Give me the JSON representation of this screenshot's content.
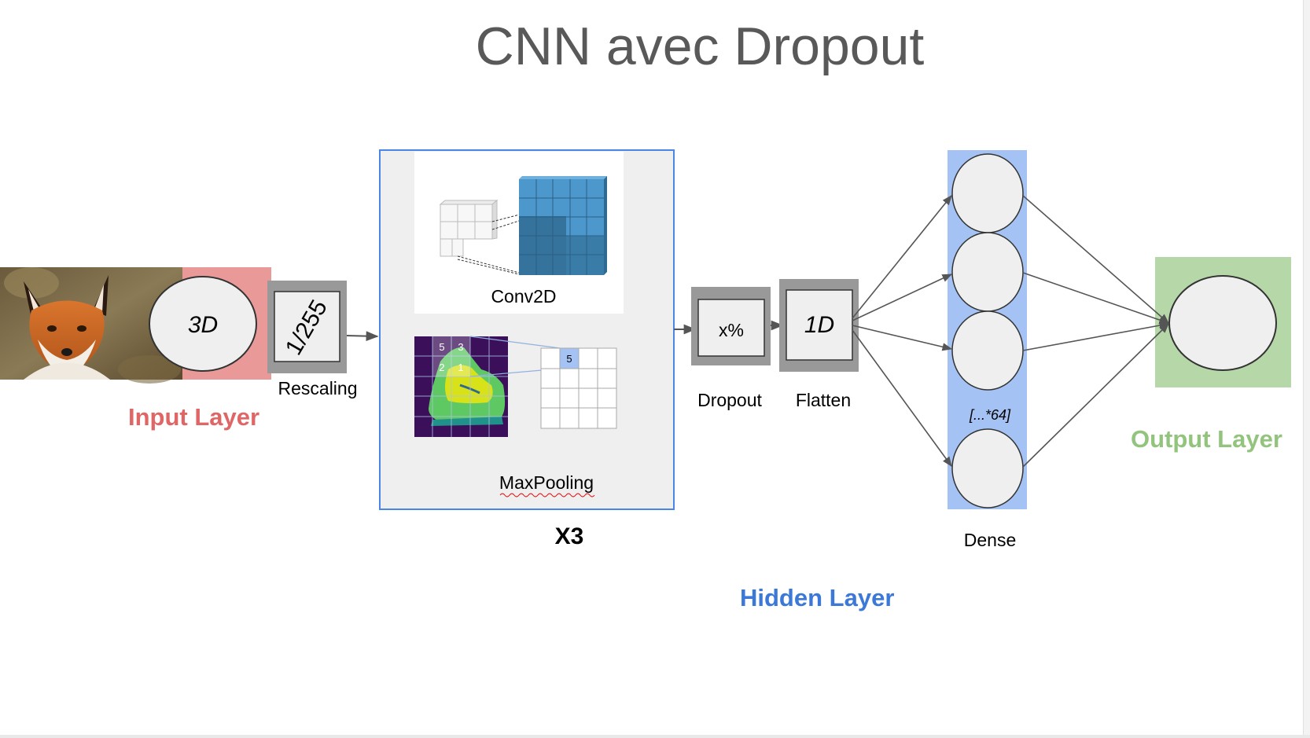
{
  "title": "CNN avec Dropout",
  "input": {
    "shape_label": "3D",
    "layer_label": "Input Layer",
    "layer_color": "#e06666",
    "band_color": "#ea9999"
  },
  "rescaling": {
    "value": "1/255",
    "label": "Rescaling"
  },
  "conv_block": {
    "conv_label": "Conv2D",
    "pool_label": "MaxPooling",
    "repeat_label": "X3",
    "pool_grid_values": [
      "5",
      "3",
      "2",
      "1"
    ],
    "pool_output_value": "5"
  },
  "dropout": {
    "value": "x%",
    "label": "Dropout"
  },
  "flatten": {
    "value": "1D",
    "label": "Flatten"
  },
  "dense": {
    "units_label": "[...*64]",
    "label": "Dense",
    "column_color": "#a4c2f4"
  },
  "hidden_layer_label": "Hidden Layer",
  "hidden_layer_color": "#3c78d8",
  "output": {
    "layer_label": "Output Layer",
    "layer_color": "#93c47d",
    "box_color": "#b6d7a8"
  },
  "icons": [
    "fox-image",
    "fashion-mnist-boot-image",
    "feature-map-cubes"
  ]
}
